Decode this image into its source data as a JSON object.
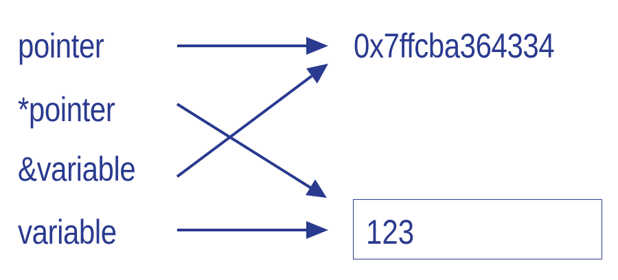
{
  "colors": {
    "ink": "#2a3a8f"
  },
  "labels": {
    "pointer": "pointer",
    "deref": "*pointer",
    "address_of": "&variable",
    "variable": "variable"
  },
  "targets": {
    "address": "0x7ffcba364334",
    "value": "123"
  }
}
